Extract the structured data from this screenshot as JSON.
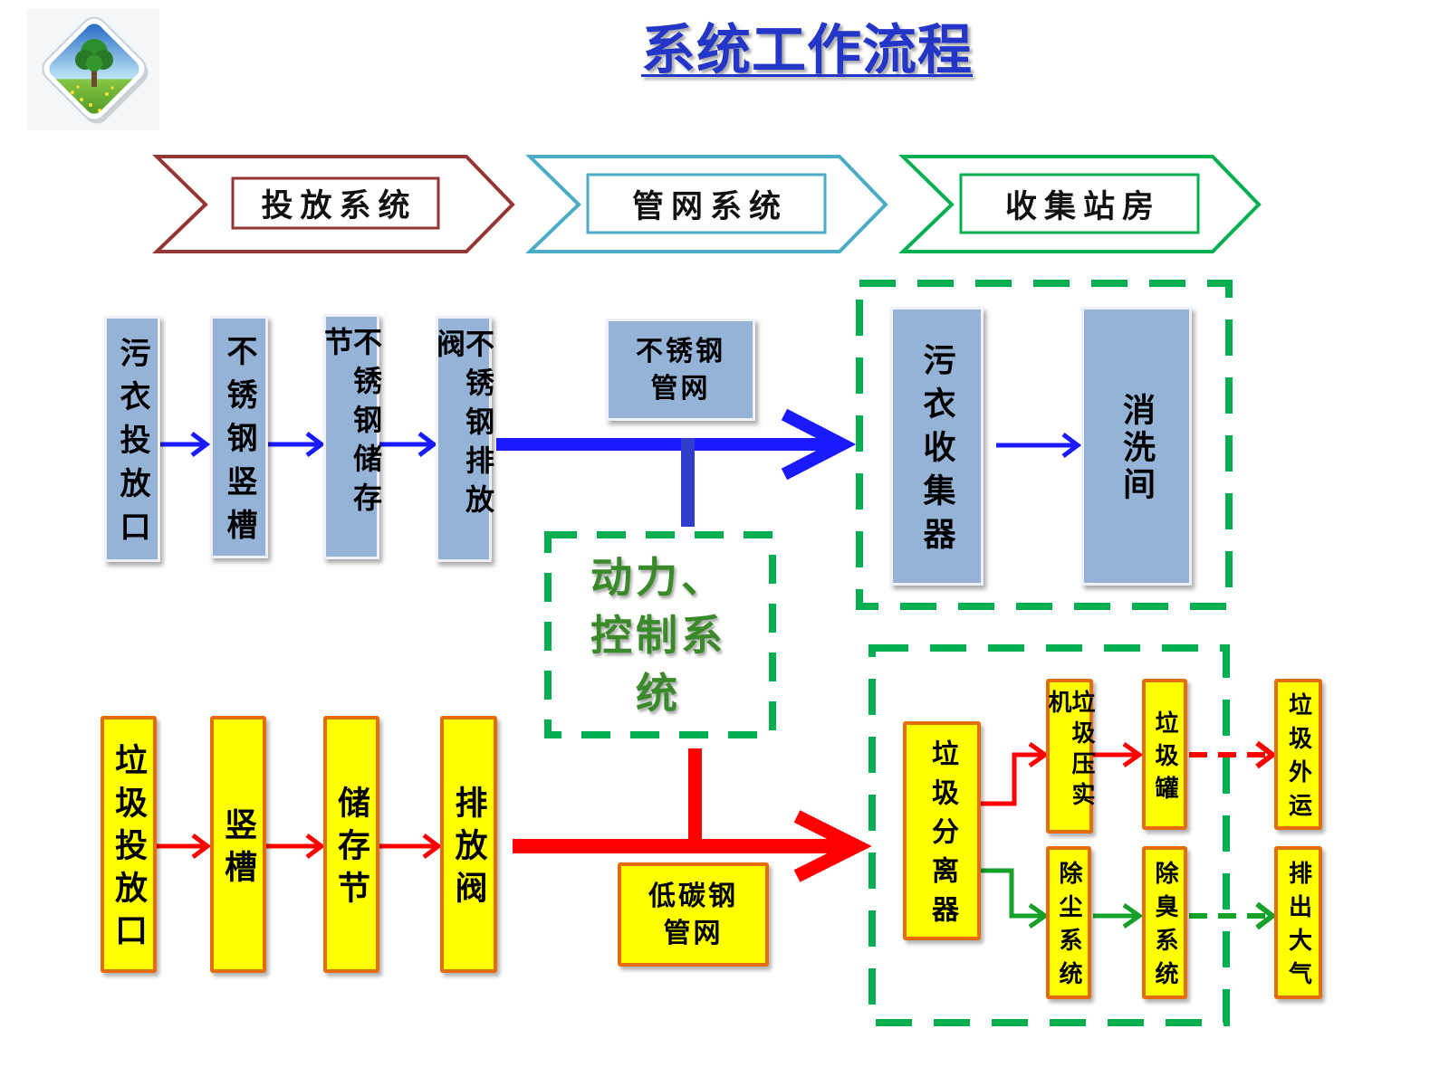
{
  "title": "系统工作流程",
  "stages": {
    "deposit": "投放系统",
    "pipeline": "管网系统",
    "collection_station": "收集站房"
  },
  "linen_flow": {
    "inlet": "污衣投放口",
    "chute": "不锈钢竖槽",
    "storage_section": "不锈钢储存节",
    "discharge_valve": "不锈钢排放阀",
    "pipe_network": "不锈钢管网",
    "collector": "污衣收集器",
    "wash_room": "消洗间"
  },
  "control_system": "动力、控制系统",
  "waste_flow": {
    "inlet": "垃圾投放口",
    "chute": "竖槽",
    "storage_section": "储存节",
    "discharge_valve": "排放阀",
    "pipe_network": "低碳钢管网",
    "separator": "垃圾分离器",
    "compactor": "垃圾压实机",
    "container": "垃圾罐",
    "transport_out": "垃圾外运",
    "dust_removal": "除尘系统",
    "deodorization": "除臭系统",
    "exhaust": "排出大气"
  },
  "colors": {
    "title": "#2336c8",
    "linen_flow": "#1a1aff",
    "waste_flow": "#ff0000",
    "exhaust_flow": "#16a22a",
    "station_border": "#00b050",
    "deposit_stage": "#943634",
    "pipeline_stage": "#4bacc6",
    "collection_stage": "#00b050",
    "linen_box": "#95b3d7",
    "waste_box": "#ffff00",
    "waste_box_border": "#e46c0a"
  },
  "icons": {
    "logo": "tree-diamond-logo-icon"
  }
}
